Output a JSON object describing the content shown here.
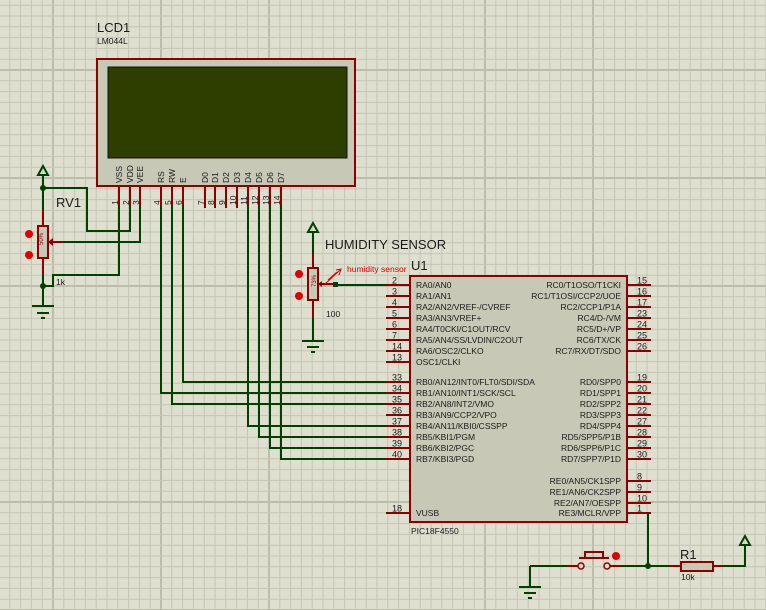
{
  "colors": {
    "background": "#dfdfd0",
    "grid_minor": "#c5c5b5",
    "grid_major": "#bdbdac",
    "wire": "#004000",
    "pin": "#8b0000",
    "component_body": "#c8c8b6",
    "lcd_screen": "#2e3d00",
    "probe_red": "#e00000",
    "label_red": "#e00000"
  },
  "lcd": {
    "ref": "LCD1",
    "part": "LM044L",
    "pins": [
      {
        "name": "VSS",
        "num": "1"
      },
      {
        "name": "VDD",
        "num": "2"
      },
      {
        "name": "VEE",
        "num": "3"
      },
      {
        "name": "RS",
        "num": "4"
      },
      {
        "name": "RW",
        "num": "5"
      },
      {
        "name": "E",
        "num": "6"
      },
      {
        "name": "D0",
        "num": "7"
      },
      {
        "name": "D1",
        "num": "8"
      },
      {
        "name": "D2",
        "num": "9"
      },
      {
        "name": "D3",
        "num": "10"
      },
      {
        "name": "D4",
        "num": "11"
      },
      {
        "name": "D5",
        "num": "12"
      },
      {
        "name": "D6",
        "num": "13"
      },
      {
        "name": "D7",
        "num": "14"
      }
    ]
  },
  "rv1": {
    "ref": "RV1",
    "value": "1k",
    "wiper": "50%"
  },
  "humidity": {
    "title": "HUMIDITY SENSOR",
    "value": "100",
    "wiper": "73%",
    "net_label": "humidity sensor"
  },
  "mcu": {
    "ref": "U1",
    "part": "PIC18F4550",
    "left_pins": [
      {
        "num": "2",
        "name": "RA0/AN0"
      },
      {
        "num": "3",
        "name": "RA1/AN1"
      },
      {
        "num": "4",
        "name": "RA2/AN2/VREF-/CVREF"
      },
      {
        "num": "5",
        "name": "RA3/AN3/VREF+"
      },
      {
        "num": "6",
        "name": "RA4/T0CKI/C1OUT/RCV"
      },
      {
        "num": "7",
        "name": "RA5/AN4/SS/LVDIN/C2OUT"
      },
      {
        "num": "14",
        "name": "RA6/OSC2/CLKO"
      },
      {
        "num": "13",
        "name": "OSC1/CLKI"
      },
      {
        "num": "33",
        "name": "RB0/AN12/INT0/FLT0/SDI/SDA"
      },
      {
        "num": "34",
        "name": "RB1/AN10/INT1/SCK/SCL"
      },
      {
        "num": "35",
        "name": "RB2/AN8/INT2/VMO"
      },
      {
        "num": "36",
        "name": "RB3/AN9/CCP2/VPO"
      },
      {
        "num": "37",
        "name": "RB4/AN11/KBI0/CSSPP"
      },
      {
        "num": "38",
        "name": "RB5/KBI1/PGM"
      },
      {
        "num": "39",
        "name": "RB6/KBI2/PGC"
      },
      {
        "num": "40",
        "name": "RB7/KBI3/PGD"
      },
      {
        "num": "18",
        "name": "VUSB"
      }
    ],
    "right_pins": [
      {
        "num": "15",
        "name": "RC0/T1OSO/T1CKI"
      },
      {
        "num": "16",
        "name": "RC1/T1OSI/CCP2/UOE"
      },
      {
        "num": "17",
        "name": "RC2/CCP1/P1A"
      },
      {
        "num": "23",
        "name": "RC4/D-/VM"
      },
      {
        "num": "24",
        "name": "RC5/D+/VP"
      },
      {
        "num": "25",
        "name": "RC6/TX/CK"
      },
      {
        "num": "26",
        "name": "RC7/RX/DT/SDO"
      },
      {
        "num": "19",
        "name": "RD0/SPP0"
      },
      {
        "num": "20",
        "name": "RD1/SPP1"
      },
      {
        "num": "21",
        "name": "RD2/SPP2"
      },
      {
        "num": "22",
        "name": "RD3/SPP3"
      },
      {
        "num": "27",
        "name": "RD4/SPP4"
      },
      {
        "num": "28",
        "name": "RD5/SPP5/P1B"
      },
      {
        "num": "29",
        "name": "RD6/SPP6/P1C"
      },
      {
        "num": "30",
        "name": "RD7/SPP7/P1D"
      },
      {
        "num": "8",
        "name": "RE0/AN5/CK1SPP"
      },
      {
        "num": "9",
        "name": "RE1/AN6/CK2SPP"
      },
      {
        "num": "10",
        "name": "RE2/AN7/OESPP"
      },
      {
        "num": "1",
        "name": "RE3/MCLR/VPP"
      }
    ]
  },
  "r1": {
    "ref": "R1",
    "value": "10k"
  },
  "connections": [
    {
      "from": "LCD.E",
      "to": "RB0"
    },
    {
      "from": "LCD.RS",
      "to": "RB1"
    },
    {
      "from": "LCD.RW",
      "to": "RB2"
    },
    {
      "from": "LCD.D4",
      "to": "RB4"
    },
    {
      "from": "LCD.D5",
      "to": "RB5"
    },
    {
      "from": "LCD.D6",
      "to": "RB6"
    },
    {
      "from": "LCD.D7",
      "to": "RB7"
    },
    {
      "from": "humidity sensor wiper",
      "to": "RA0"
    },
    {
      "from": "RE3/MCLR",
      "to": "R1 / reset button"
    }
  ]
}
